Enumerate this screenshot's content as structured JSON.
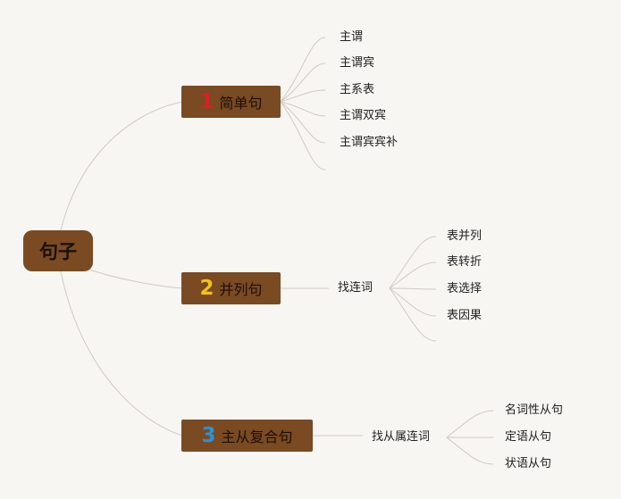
{
  "root": {
    "label": "句子"
  },
  "branches": [
    {
      "number": "1",
      "number_color": "#d8202a",
      "label": "简单句"
    },
    {
      "number": "2",
      "number_color": "#f2c21b",
      "label": "并列句"
    },
    {
      "number": "3",
      "number_color": "#2b93d9",
      "label": "主从复合句"
    }
  ],
  "simple_sentence": {
    "items": [
      "主谓",
      "主谓宾",
      "主系表",
      "主谓双宾",
      "主谓宾宾补"
    ]
  },
  "compound_sentence": {
    "connector": "找连词",
    "items": [
      "表并列",
      "表转折",
      "表选择",
      "表因果"
    ]
  },
  "complex_sentence": {
    "connector": "找从属连词",
    "items": [
      "名词性从句",
      "定语从句",
      "状语从句"
    ]
  },
  "colors": {
    "node_fill": "#7a4a22",
    "line": "#cfc9c2",
    "background": "#f8f6f3"
  }
}
